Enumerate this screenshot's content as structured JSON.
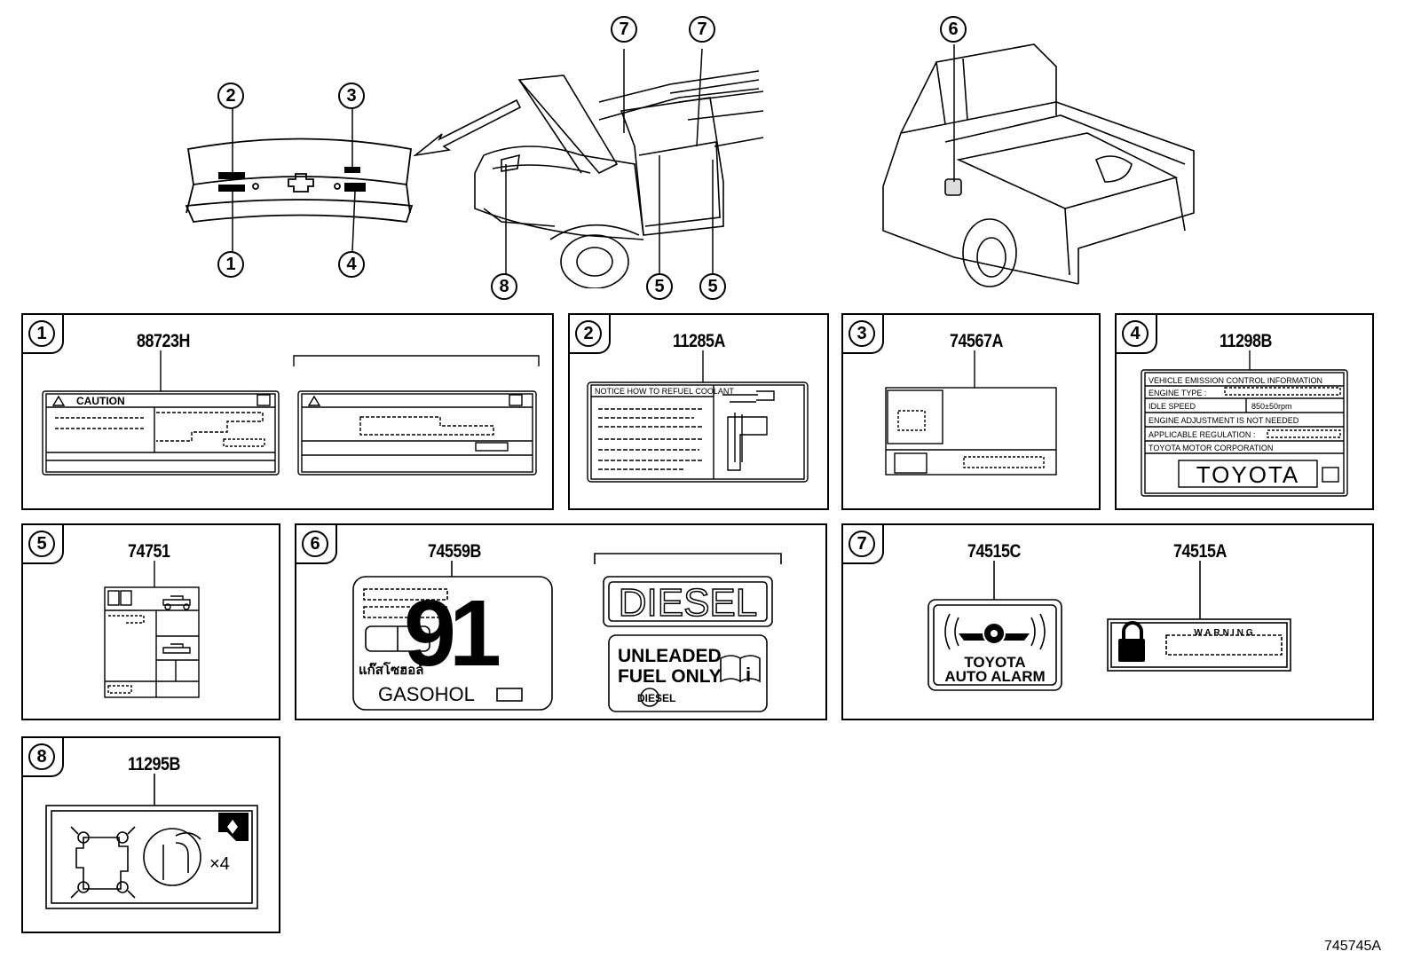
{
  "callouts": [
    "1",
    "2",
    "3",
    "4",
    "5",
    "6",
    "7",
    "8"
  ],
  "diagram_id": "745745A",
  "panels": [
    {
      "num": "1",
      "parts": [
        "88723H"
      ],
      "caution": "CAUTION"
    },
    {
      "num": "2",
      "parts": [
        "11285A"
      ],
      "label_text": "NOTICE HOW TO REFUEL COOLANT"
    },
    {
      "num": "3",
      "parts": [
        "74567A"
      ]
    },
    {
      "num": "4",
      "parts": [
        "11298B"
      ],
      "lines": [
        "VEHICLE EMISSION CONTROL INFORMATION",
        "ENGINE TYPE :",
        "IDLE SPEED",
        "850±50rpm",
        "ENGINE ADJUSTMENT IS NOT NEEDED",
        "APPLICABLE REGULATION :",
        "TOYOTA MOTOR CORPORATION",
        "TOYOTA"
      ]
    },
    {
      "num": "5",
      "parts": [
        "74751"
      ]
    },
    {
      "num": "6",
      "parts": [
        "74559B"
      ],
      "big_num": "91",
      "thai": "แก๊สโซฮอล์",
      "gasohol": "GASOHOL",
      "diesel": "DIESEL",
      "unleaded1": "UNLEADED",
      "unleaded2": "FUEL ONLY",
      "diesel_small": "DIESEL"
    },
    {
      "num": "7",
      "parts": [
        "74515C",
        "74515A"
      ],
      "alarm1": "TOYOTA",
      "alarm2": "AUTO ALARM",
      "warning": "WARNING"
    },
    {
      "num": "8",
      "parts": [
        "11295B"
      ],
      "times": "×4"
    }
  ]
}
